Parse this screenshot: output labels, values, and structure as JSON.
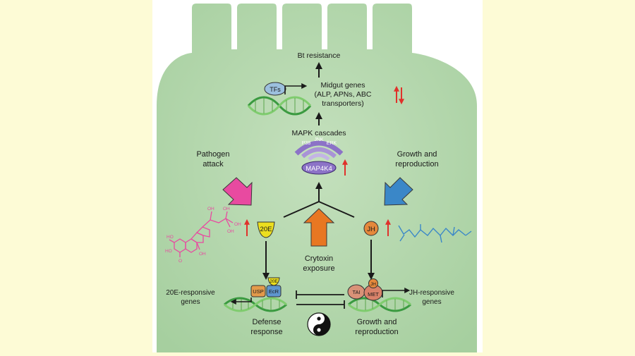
{
  "colors": {
    "page_bg": "#fdfbd6",
    "panel_bg": "#ffffff",
    "cell_fill": "#acd3a5",
    "dna_green": "#4caf50",
    "pink": "#e84aa0",
    "orange": "#e87722",
    "blue": "#3a87c8",
    "purple": "#8c73c7",
    "red_arrow": "#e0312b",
    "yellow_20e": "#ecdf1e",
    "tfs_blue": "#9cc0de",
    "usp_orange": "#e39a4a",
    "ecr_blue": "#5e96cf",
    "jh_orange": "#e5883b",
    "met_salmon": "#d9826a",
    "tai_salmon": "#d99278"
  },
  "labels": {
    "bt_resistance": "Bt resistance",
    "midgut_genes_1": "Midgut genes",
    "midgut_genes_2": "(ALP, APNs, ABC",
    "midgut_genes_3": "transporters)",
    "mapk_cascades": "MAPK cascades",
    "map4k4": "MAP4K4",
    "mapk_p38": "P38",
    "mapk_jnk": "JNK",
    "mapk_erk": "ERK",
    "pathogen_1": "Pathogen",
    "pathogen_2": "attack",
    "growth_1": "Growth and",
    "growth_2": "reproduction",
    "hormone_20e": "20E",
    "hormone_jh": "JH",
    "crytoxin_1": "Crytoxin",
    "crytoxin_2": "exposure",
    "tfs": "TFs",
    "usp": "USP",
    "ecr": "EcR",
    "ecr_20e": "20E",
    "tai": "TAI",
    "met": "MET",
    "met_jh": "JH",
    "e20_genes_1": "20E-responsive",
    "e20_genes_2": "genes",
    "jh_genes_1": "JH-responsive",
    "jh_genes_2": "genes",
    "defense_1": "Defense",
    "defense_2": "response",
    "growth_bottom_1": "Growth and",
    "growth_bottom_2": "reproduction",
    "oh": "OH",
    "ho": "HO",
    "o": "O"
  }
}
